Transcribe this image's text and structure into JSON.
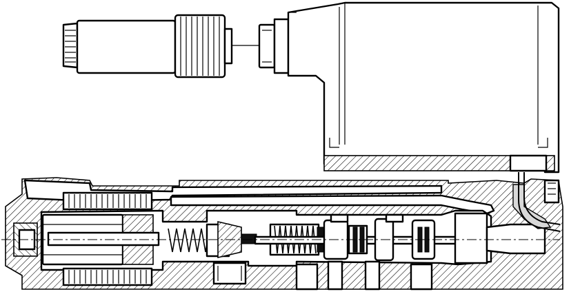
{
  "drawing": {
    "type": "sectional technical drawing",
    "colors": {
      "ink": "#000000",
      "paper": "#ffffff",
      "fill_grey": "#d8d8d8"
    },
    "parts": [
      "plug-connector",
      "electronics-housing",
      "valve-body",
      "solenoid-coil-left",
      "armature-left",
      "pilot-spring",
      "main-spring",
      "spool",
      "position-transducer-right"
    ]
  }
}
